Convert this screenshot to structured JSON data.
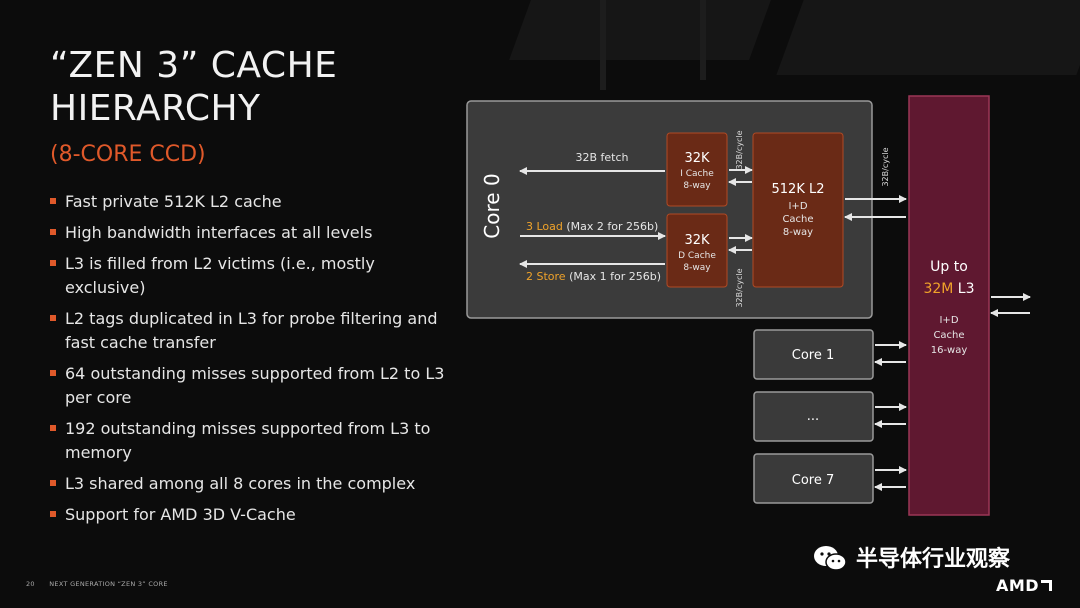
{
  "slide": {
    "title_line1": "“ZEN 3” CACHE",
    "title_line2": "HIERARCHY",
    "subtitle": "(8-CORE CCD)",
    "bullets": [
      "Fast private 512K L2 cache",
      "High bandwidth interfaces at all levels",
      "L3 is filled from L2 victims (i.e., mostly exclusive)",
      "L2 tags duplicated in L3 for probe filtering and fast cache transfer",
      "64 outstanding misses supported from L2 to L3 per core",
      "192 outstanding misses supported from L3 to memory",
      "L3 shared among all 8 cores in the complex",
      "Support for AMD 3D V-Cache"
    ],
    "footer_page": "20",
    "footer_text": "NEXT GENERATION “ZEN 3” CORE"
  },
  "diagram": {
    "core0_label": "Core 0",
    "fetch_label": "32B fetch",
    "load_highlight": "3 Load",
    "load_rest": " (Max 2 for 256b)",
    "store_highlight": "2 Store",
    "store_rest": " (Max 1 for 256b)",
    "icache": {
      "size": "32K",
      "name": "I Cache",
      "assoc": "8-way"
    },
    "dcache": {
      "size": "32K",
      "name": "D Cache",
      "assoc": "8-way"
    },
    "l2": {
      "size": "512K L2",
      "line2": "I+D",
      "line3": "Cache",
      "assoc": "8-way"
    },
    "bw_top": "32B/cycle",
    "bw_bottom": "32B/cycle",
    "bw_l3": "32B/cycle",
    "l3": {
      "line1": "Up to",
      "size": "32M",
      "size_suffix": " L3",
      "line3": "I+D",
      "line4": "Cache",
      "assoc": "16-way"
    },
    "other_cores": [
      "Core 1",
      "...",
      "Core 7"
    ]
  },
  "watermark": {
    "text": "半导体行业观察",
    "icon": "wechat-icon"
  },
  "brand": {
    "logo_text": "AMD"
  },
  "colors": {
    "accent": "#e0592a",
    "highlight": "#f0a32a",
    "cache_fill": "#6a2a16",
    "l3_fill": "#5f1830",
    "box_fill": "#3a3a3a"
  }
}
